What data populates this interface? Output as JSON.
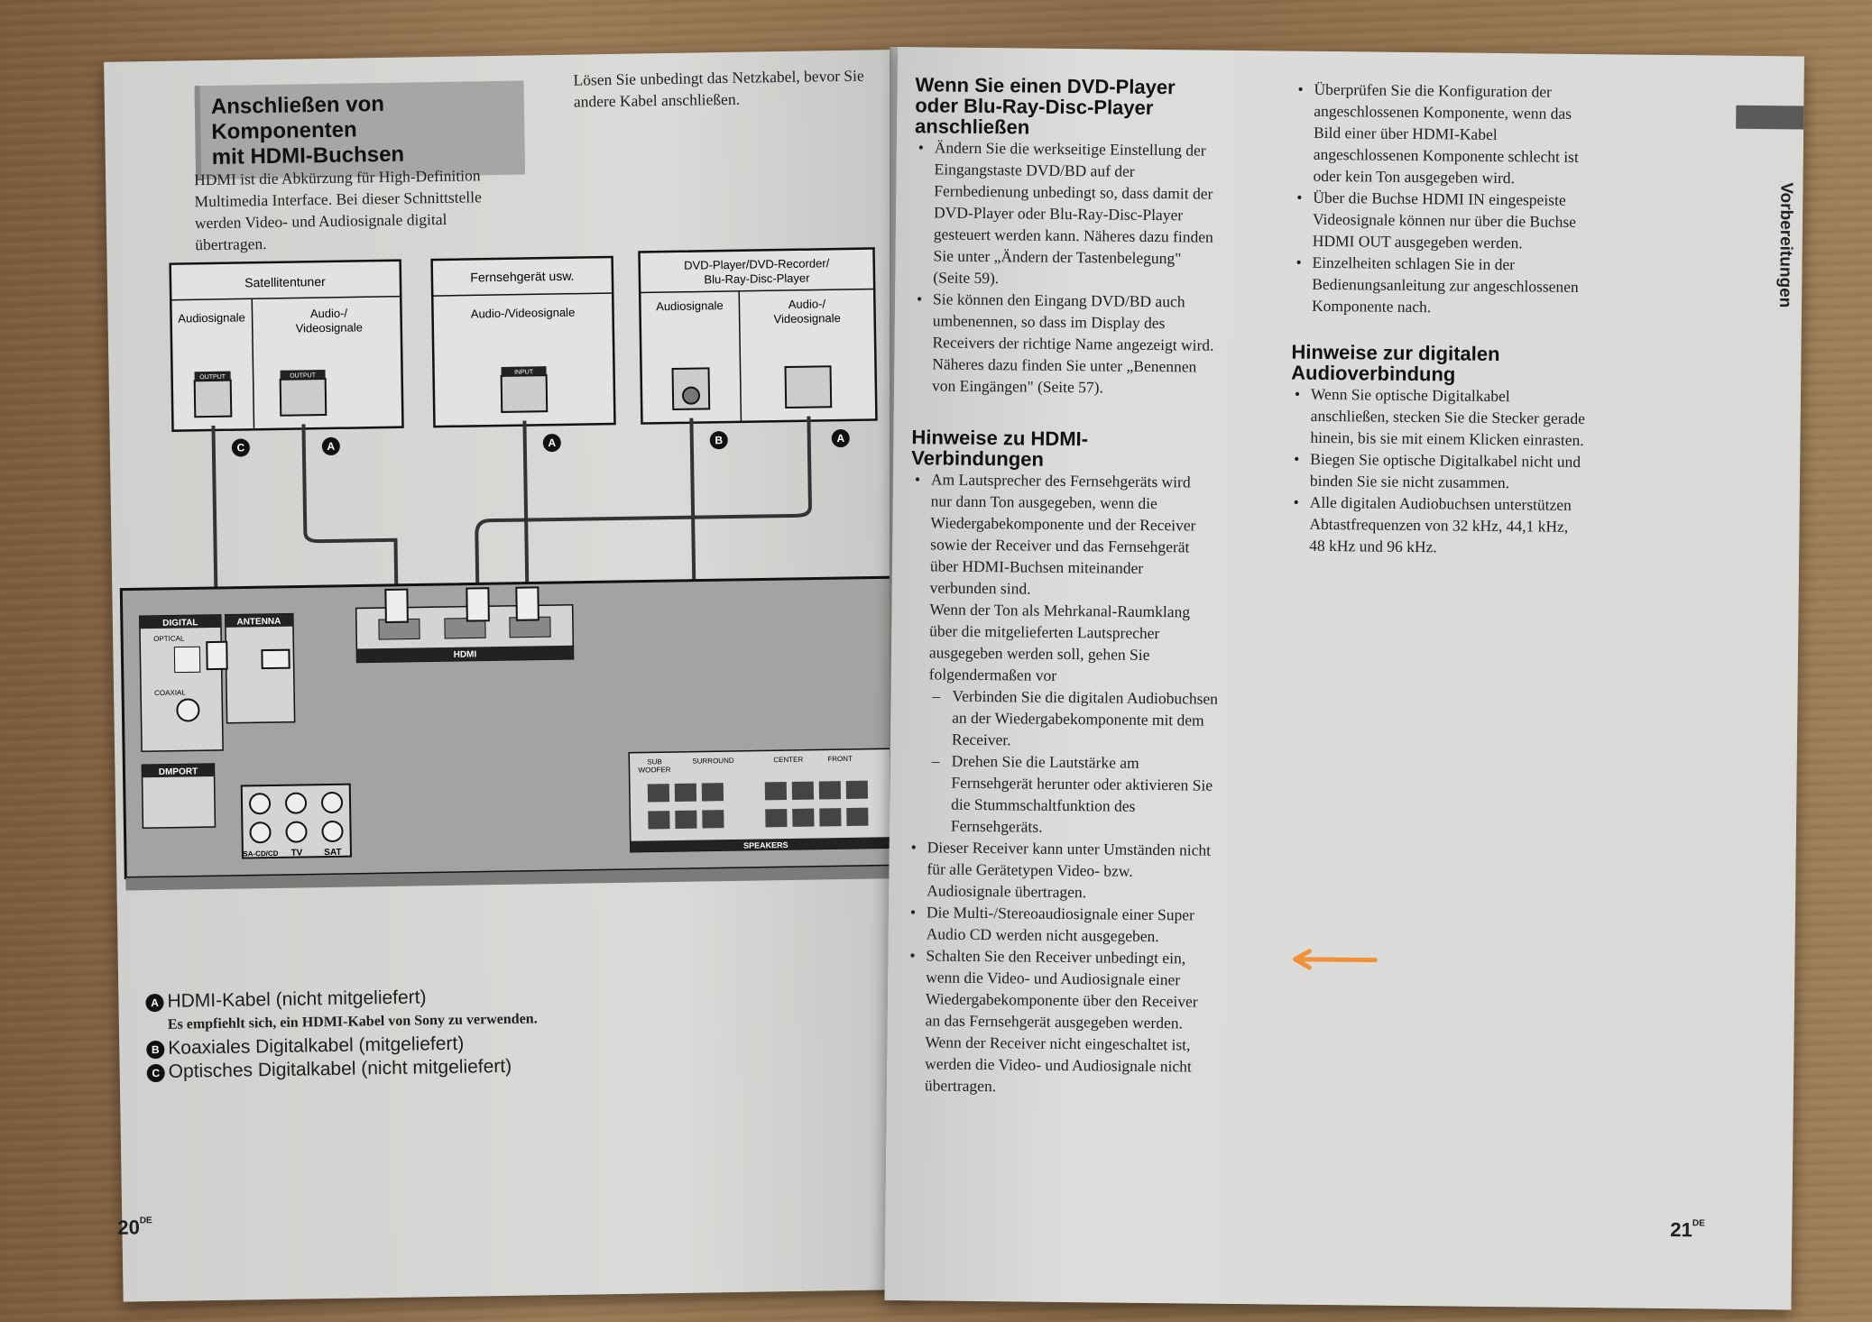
{
  "left_page": {
    "section_title": [
      "Anschließen von Komponenten",
      "mit HDMI-Buchsen"
    ],
    "intro": [
      "HDMI ist die Abkürzung für High-Definition",
      "Multimedia Interface. Bei dieser Schnittstelle",
      "werden Video- und Audiosignale digital",
      "übertragen."
    ],
    "warning": [
      "Lösen Sie unbedingt das Netzkabel, bevor Sie",
      "andere Kabel anschließen."
    ],
    "diagram": {
      "sat_title": "Satellitentuner",
      "sat_audio": "Audiosignale",
      "sat_av": [
        "Audio-/",
        "Videosignale"
      ],
      "tv_title": "Fernsehgerät usw.",
      "tv_av": "Audio-/Videosignale",
      "dvd_title": [
        "DVD-Player/DVD-Recorder/",
        "Blu-Ray-Disc-Player"
      ],
      "dvd_audio": "Audiosignale",
      "dvd_av": [
        "Audio-/",
        "Videosignale"
      ],
      "jack_output": "OUTPUT",
      "jack_input": "INPUT",
      "jack_hdmi": "HDMI",
      "jack_optical": "DIGITAL OPTICAL",
      "jack_coaxial": "DIGITAL COAXIAL",
      "panel_digital": "DIGITAL",
      "panel_antenna": "ANTENNA",
      "panel_optical": "OPTICAL",
      "panel_coaxial": "COAXIAL",
      "panel_hdmi": "HDMI",
      "panel_dmport": "DMPORT",
      "panel_tv": "TV",
      "panel_sat": "SAT",
      "panel_sacd": "SA-CD/CD",
      "panel_subwoofer": [
        "SUB",
        "WOOFER"
      ],
      "panel_surround": "SURROUND",
      "panel_center": "CENTER",
      "panel_front": "FRONT",
      "panel_speakers": "SPEAKERS",
      "marker_a": "A",
      "marker_b": "B",
      "marker_c": "C"
    },
    "legend": {
      "a_marker": "A",
      "a": "HDMI-Kabel (nicht mitgeliefert)",
      "a_note": "Es empfiehlt sich, ein HDMI-Kabel von Sony zu verwenden.",
      "b_marker": "B",
      "b": "Koaxiales Digitalkabel (mitgeliefert)",
      "c_marker": "C",
      "c": "Optisches Digitalkabel (nicht mitgeliefert)"
    },
    "page_number": "20",
    "page_suffix": "DE"
  },
  "right_page": {
    "h_dvd": [
      "Wenn Sie einen DVD-Player",
      "oder Blu-Ray-Disc-Player",
      "anschließen"
    ],
    "dvd_b1": [
      "Ändern Sie die werkseitige Einstellung der",
      "Eingangstaste DVD/BD auf der",
      "Fernbedienung unbedingt so, dass damit der",
      "DVD-Player oder Blu-Ray-Disc-Player",
      "gesteuert werden kann. Näheres dazu finden",
      "Sie unter „Ändern der Tastenbelegung\"",
      "(Seite 59)."
    ],
    "dvd_b2": [
      "Sie können den Eingang DVD/BD auch",
      "umbenennen, so dass im Display des",
      "Receivers der richtige Name angezeigt wird.",
      "Näheres dazu finden Sie unter „Benennen",
      "von Eingängen\" (Seite 57)."
    ],
    "h_hdmi": [
      "Hinweise zu HDMI-",
      "Verbindungen"
    ],
    "hdmi_b1": [
      "Am Lautsprecher des Fernsehgeräts wird",
      "nur dann Ton ausgegeben, wenn die",
      "Wiedergabekomponente und der Receiver",
      "sowie der Receiver und das Fernsehgerät",
      "über HDMI-Buchsen miteinander",
      "verbunden sind.",
      "Wenn der Ton als Mehrkanal-Raumklang",
      "über die mitgelieferten Lautsprecher",
      "ausgegeben werden soll, gehen Sie",
      "folgendermaßen vor"
    ],
    "hdmi_d1": [
      "Verbinden Sie die digitalen Audiobuchsen",
      "an der Wiedergabekomponente mit dem",
      "Receiver."
    ],
    "hdmi_d2": [
      "Drehen Sie die Lautstärke am",
      "Fernsehgerät herunter oder aktivieren Sie",
      "die Stummschaltfunktion des",
      "Fernsehgeräts."
    ],
    "hdmi_b2": [
      "Dieser Receiver kann unter Umständen nicht",
      "für alle Gerätetypen Video- bzw.",
      "Audiosignale übertragen."
    ],
    "hdmi_b3": [
      "Die Multi-/Stereoaudiosignale einer Super",
      "Audio CD werden nicht ausgegeben."
    ],
    "hdmi_b4": [
      "Schalten Sie den Receiver unbedingt ein,",
      "wenn die Video- und Audiosignale einer",
      "Wiedergabekomponente über den Receiver",
      "an das Fernsehgerät ausgegeben werden.",
      "Wenn der Receiver nicht eingeschaltet ist,",
      "werden die Video- und Audiosignale nicht",
      "übertragen."
    ],
    "col2_b1": [
      "Überprüfen Sie die Konfiguration der",
      "angeschlossenen Komponente, wenn das",
      "Bild einer über HDMI-Kabel",
      "angeschlossenen Komponente schlecht ist",
      "oder kein Ton ausgegeben wird."
    ],
    "col2_b2": [
      "Über die Buchse HDMI IN eingespeiste",
      "Videosignale können nur über die Buchse",
      "HDMI OUT ausgegeben werden."
    ],
    "col2_b3": [
      "Einzelheiten schlagen Sie in der",
      "Bedienungsanleitung zur angeschlossenen",
      "Komponente nach."
    ],
    "h_digital": [
      "Hinweise zur digitalen",
      "Audioverbindung"
    ],
    "dig_b1": [
      "Wenn Sie optische Digitalkabel",
      "anschließen, stecken Sie die Stecker gerade",
      "hinein, bis sie mit einem Klicken einrasten."
    ],
    "dig_b2": [
      "Biegen Sie optische Digitalkabel nicht und",
      "binden Sie sie nicht zusammen."
    ],
    "dig_b3": [
      "Alle digitalen Audiobuchsen unterstützen",
      "Abtastfrequenzen von 32 kHz, 44,1 kHz,",
      "48 kHz und 96 kHz."
    ],
    "side_tab": "Vorbereitungen",
    "page_number": "21",
    "page_suffix": "DE"
  },
  "colors": {
    "arrow": "#f0913a",
    "paper": "#d6d7d4",
    "tab": "#5a5b58",
    "table": "#8a6a48"
  }
}
